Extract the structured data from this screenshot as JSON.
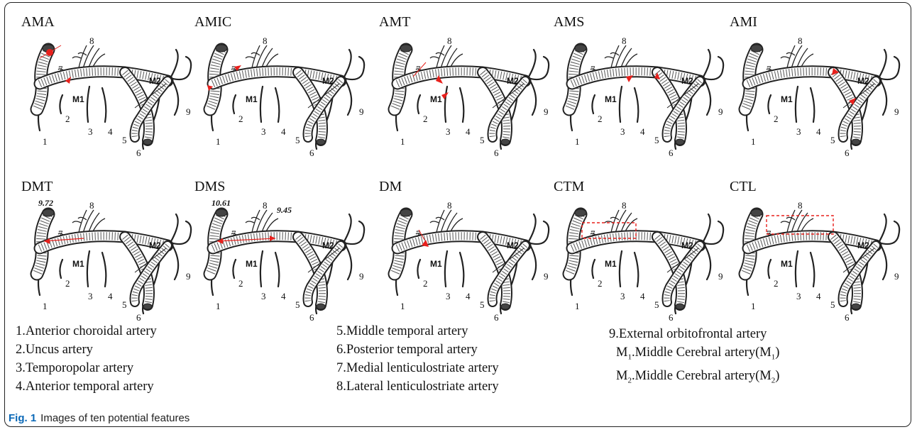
{
  "panels": [
    {
      "title": "AMA"
    },
    {
      "title": "AMIC"
    },
    {
      "title": "AMT"
    },
    {
      "title": "AMS"
    },
    {
      "title": "AMI"
    },
    {
      "title": "DMT",
      "measure1": "9.72"
    },
    {
      "title": "DMS",
      "measure1": "10.61",
      "measure2": "9.45"
    },
    {
      "title": "DM"
    },
    {
      "title": "CTM"
    },
    {
      "title": "CTL"
    }
  ],
  "diagram_labels": {
    "n1": "1",
    "n2": "2",
    "n3": "3",
    "n4": "4",
    "n5": "5",
    "n6": "6",
    "n7": "7",
    "n8": "8",
    "n9": "9",
    "m1": "M1",
    "m2": "M2"
  },
  "legend": {
    "col1": [
      "1.Anterior choroidal artery",
      "2.Uncus artery",
      "3.Temporopolar artery",
      "4.Anterior temporal artery"
    ],
    "col2": [
      "5.Middle temporal artery",
      "6.Posterior temporal artery",
      "7.Medial lenticulostriate artery",
      "8.Lateral lenticulostriate artery"
    ],
    "col3": [
      "9.External orbitofrontal artery"
    ],
    "m1_prefix": "M",
    "m1_sub": "1",
    "m1_text": ".Middle Cerebral artery(M",
    "m1_sub2": "1",
    "m1_close": ")",
    "m2_prefix": "M",
    "m2_sub": "2",
    "m2_text": ".Middle Cerebral artery(M",
    "m2_sub2": "2",
    "m2_close": ")"
  },
  "caption": {
    "label": "Fig. 1",
    "text": "Images of ten potential features"
  },
  "colors": {
    "marker": "#e8201c",
    "vessel": "#222222"
  }
}
